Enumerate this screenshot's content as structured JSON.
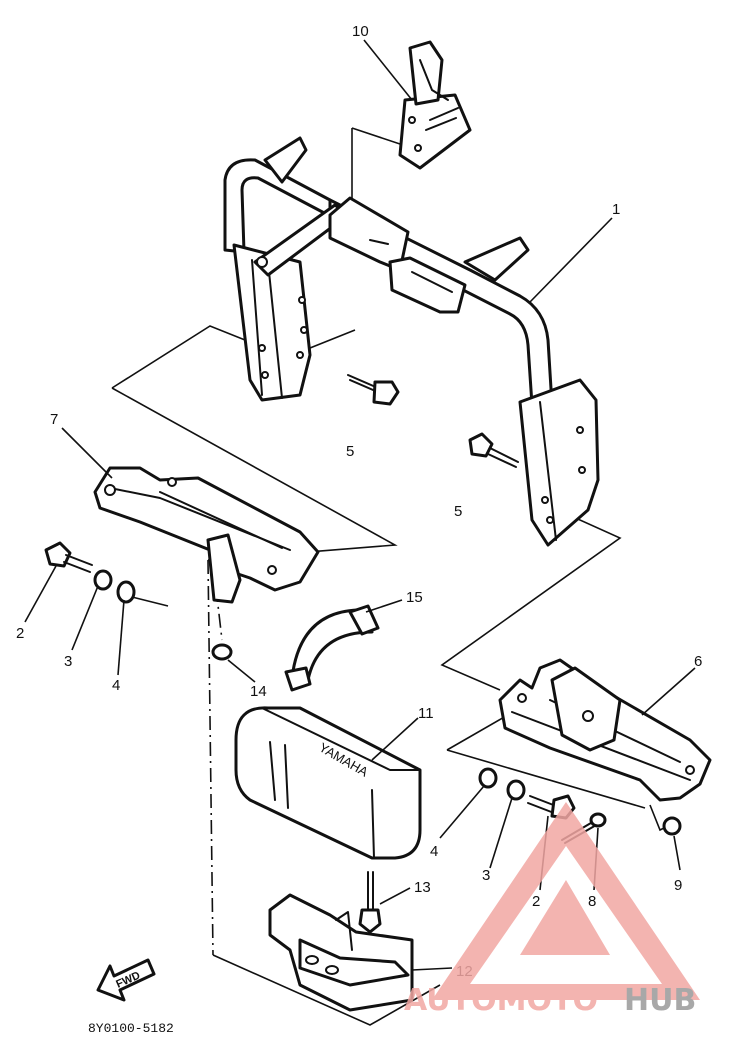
{
  "diagram": {
    "code": "8Y0100-5182",
    "fwd_label": "FWD",
    "box_brand": "YAMAHA"
  },
  "callouts": [
    {
      "id": "10",
      "text": "10"
    },
    {
      "id": "1",
      "text": "1"
    },
    {
      "id": "7",
      "text": "7"
    },
    {
      "id": "5a",
      "text": "5"
    },
    {
      "id": "5b",
      "text": "5"
    },
    {
      "id": "2a",
      "text": "2"
    },
    {
      "id": "3a",
      "text": "3"
    },
    {
      "id": "4a",
      "text": "4"
    },
    {
      "id": "15",
      "text": "15"
    },
    {
      "id": "14",
      "text": "14"
    },
    {
      "id": "6",
      "text": "6"
    },
    {
      "id": "11",
      "text": "11"
    },
    {
      "id": "4b",
      "text": "4"
    },
    {
      "id": "3b",
      "text": "3"
    },
    {
      "id": "2b",
      "text": "2"
    },
    {
      "id": "8",
      "text": "8"
    },
    {
      "id": "9",
      "text": "9"
    },
    {
      "id": "13",
      "text": "13"
    },
    {
      "id": "12",
      "text": "12"
    }
  ],
  "watermark": {
    "part1": "AUTOMOTO",
    "part2": "HUB",
    "color1": "#f2a7a3",
    "color2": "#9a9a9a"
  }
}
